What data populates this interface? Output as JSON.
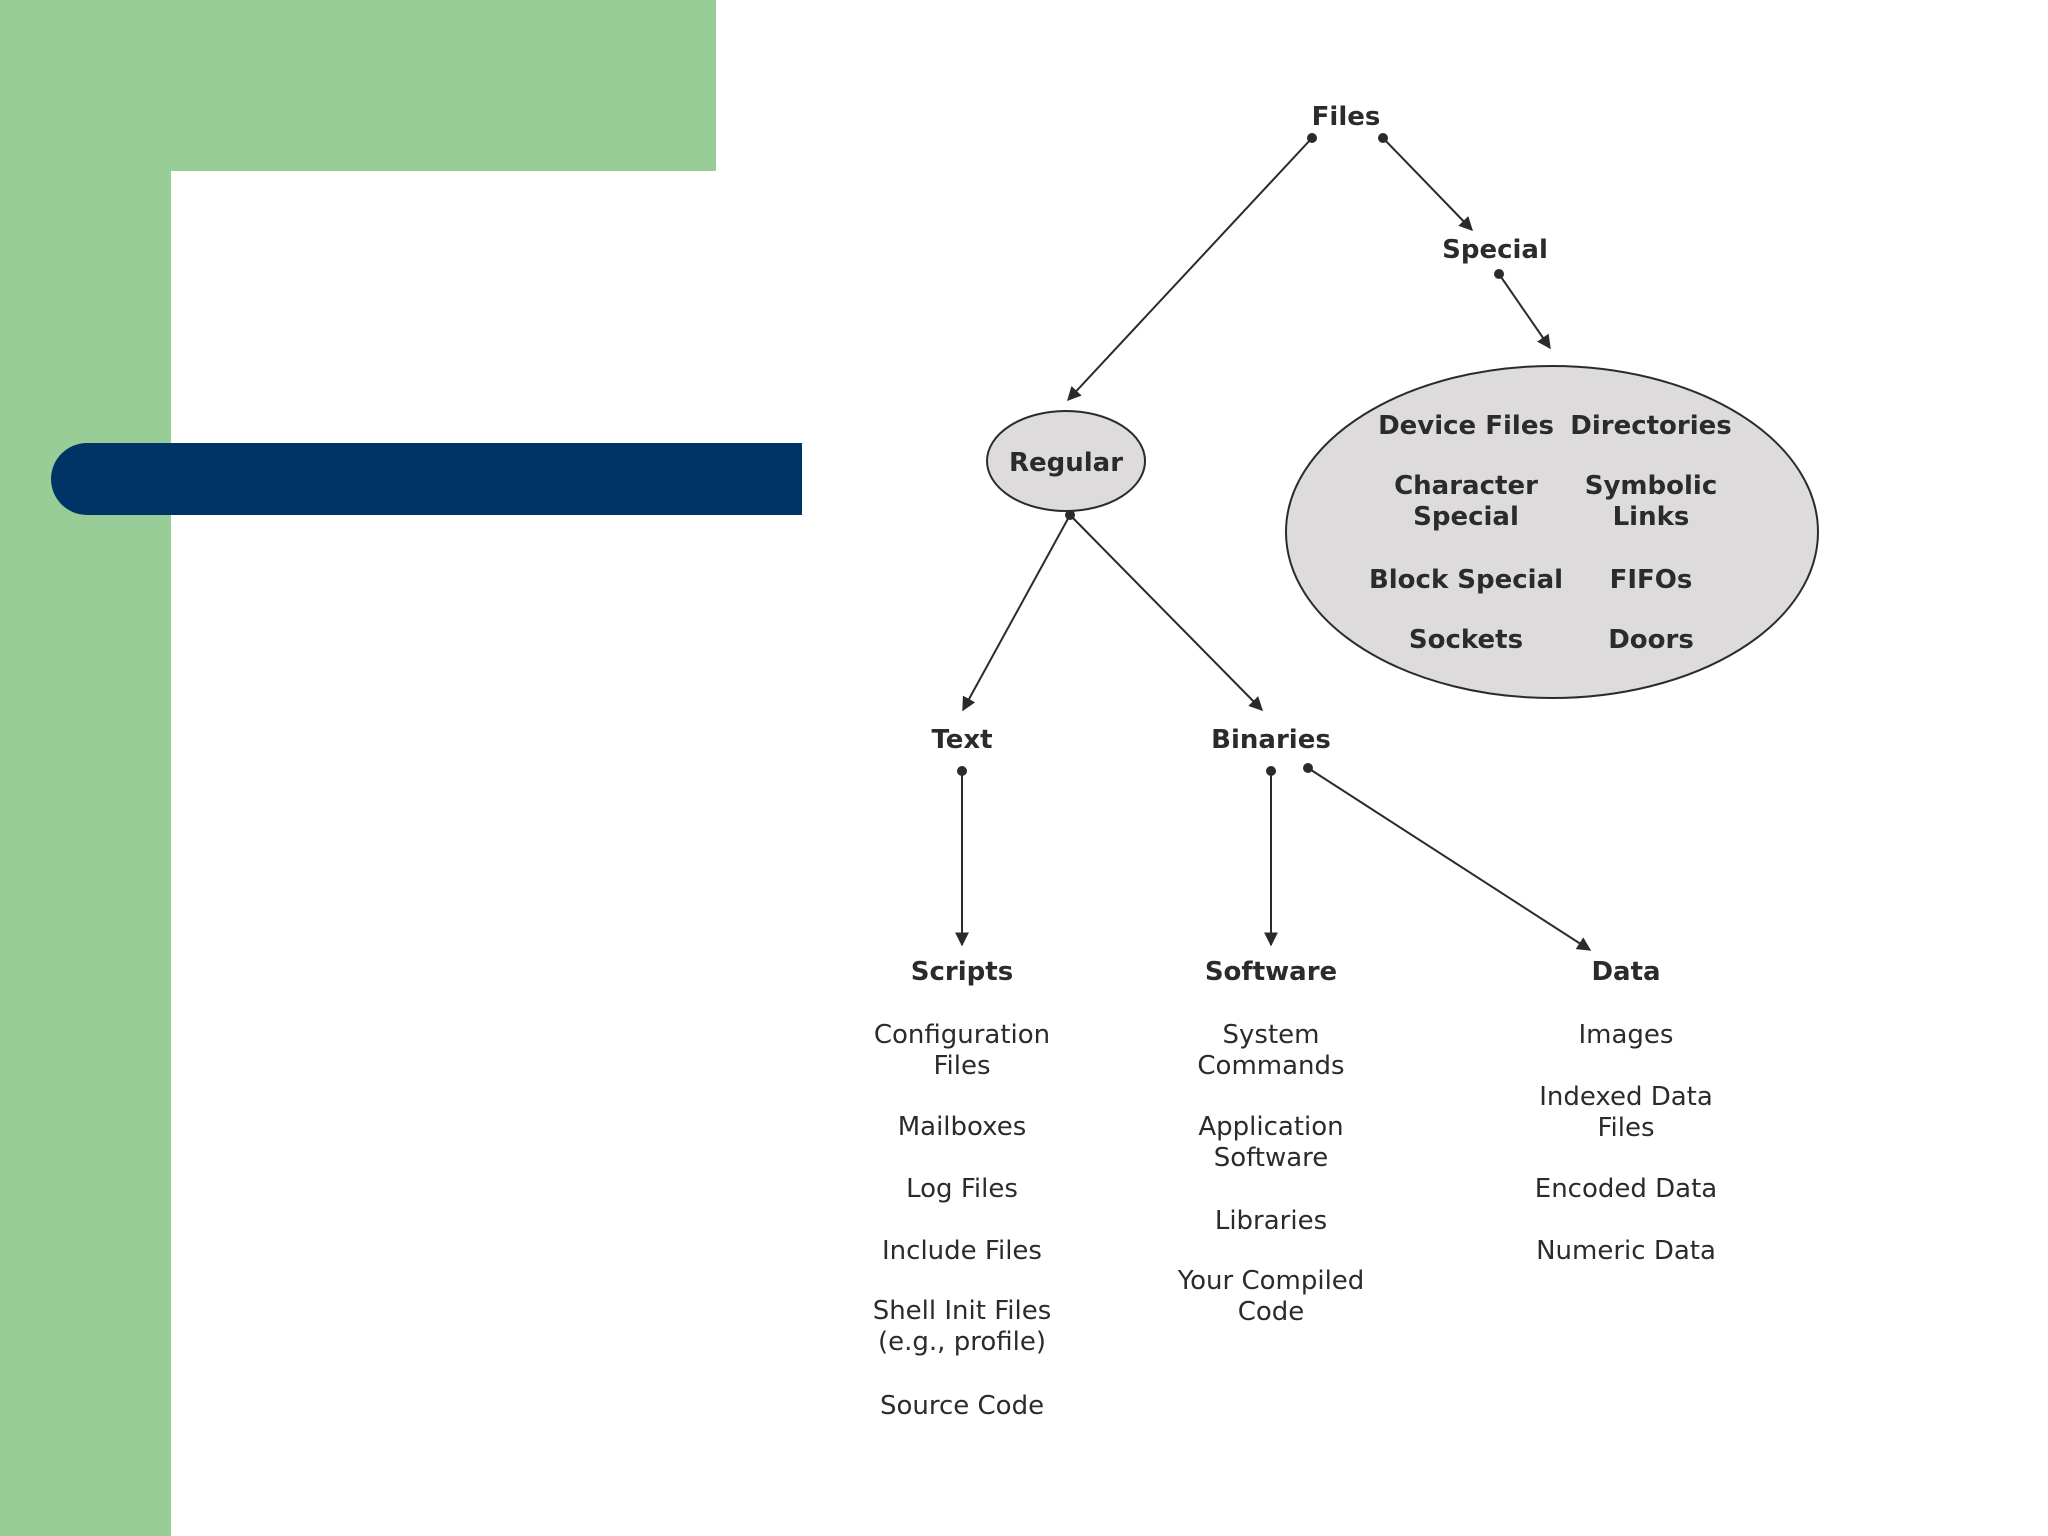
{
  "diagram": {
    "root": "Files",
    "special": {
      "label": "Special",
      "items_left": [
        "Device Files",
        "Character|Special",
        "Block Special",
        "Sockets"
      ],
      "items_right": [
        "Directories",
        "Symbolic|Links",
        "FIFOs",
        "Doors"
      ]
    },
    "regular": {
      "label": "Regular"
    },
    "text": {
      "label": "Text",
      "scripts": {
        "label": "Scripts",
        "items": [
          "Configuration|Files",
          "Mailboxes",
          "Log Files",
          "Include Files",
          "Shell Init Files|(e.g., profile)",
          "Source Code"
        ]
      }
    },
    "binaries": {
      "label": "Binaries",
      "software": {
        "label": "Software",
        "items": [
          "System|Commands",
          "Application|Software",
          "Libraries",
          "Your Compiled|Code"
        ]
      },
      "data": {
        "label": "Data",
        "items": [
          "Images",
          "Indexed Data|Files",
          "Encoded Data",
          "Numeric Data"
        ]
      }
    }
  }
}
